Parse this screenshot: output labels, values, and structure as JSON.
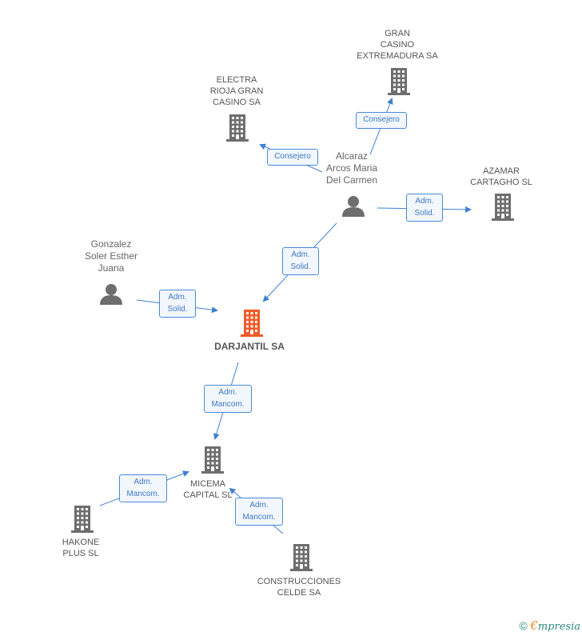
{
  "nodes": {
    "gran_casino": {
      "label": "GRAN\nCASINO\nEXTREMADURA SA",
      "type": "company"
    },
    "electra_rioja": {
      "label": "ELECTRA\nRIOJA GRAN\nCASINO SA",
      "type": "company"
    },
    "alcaraz": {
      "label": "Alcaraz\nArcos Maria\nDel Carmen",
      "type": "person"
    },
    "azamar": {
      "label": "AZAMAR\nCARTAGHO SL",
      "type": "company"
    },
    "gonzalez": {
      "label": "Gonzalez\nSoler Esther\nJuana",
      "type": "person"
    },
    "darjantil": {
      "label": "DARJANTIL SA",
      "type": "company-focus"
    },
    "micema": {
      "label": "MICEMA\nCAPITAL SL",
      "type": "company"
    },
    "hakone": {
      "label": "HAKONE\nPLUS  SL",
      "type": "company"
    },
    "construcciones": {
      "label": "CONSTRUCCIONES\nCELDE SA",
      "type": "company"
    }
  },
  "edges": [
    {
      "from": "alcaraz",
      "to": "gran_casino",
      "label": "Consejero"
    },
    {
      "from": "alcaraz",
      "to": "electra_rioja",
      "label": "Consejero"
    },
    {
      "from": "alcaraz",
      "to": "azamar",
      "label": "Adm.\nSolid."
    },
    {
      "from": "alcaraz",
      "to": "darjantil",
      "label": "Adm.\nSolid."
    },
    {
      "from": "gonzalez",
      "to": "darjantil",
      "label": "Adm.\nSolid."
    },
    {
      "from": "darjantil",
      "to": "micema",
      "label": "Adm.\nMancom."
    },
    {
      "from": "hakone",
      "to": "micema",
      "label": "Adm.\nMancom."
    },
    {
      "from": "construcciones",
      "to": "micema",
      "label": "Adm.\nMancom."
    }
  ],
  "colors": {
    "company": "#6e6e6e",
    "focus": "#f05a28",
    "person": "#6e6e6e",
    "edge": "#3f80d2"
  },
  "footer": {
    "copyright": "©",
    "brand_first": "€",
    "brand_rest": "mpresia"
  }
}
